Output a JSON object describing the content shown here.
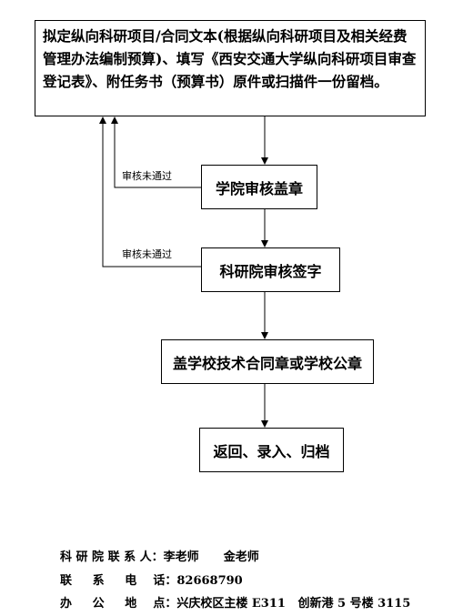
{
  "steps": {
    "draft": "拟定纵向科研项目/合同文本(根据纵向科研项目及相关经费管理办法编制预算)、填写《西安交通大学纵向科研项目审查登记表》、附任务书（预算书）原件或扫描件一份留档。",
    "college_review": "学院审核盖章",
    "research_review": "科研院审核签字",
    "seal": "盖学校技术合同章或学校公章",
    "archive": "返回、录入、归档"
  },
  "feedback": {
    "college_fail": "审核未通过",
    "research_fail": "审核未通过"
  },
  "contact": {
    "people": "科 研 院 联 系 人：李老师      金老师",
    "phone": "联     系     电    话：82668790",
    "address": "办     公     地    点：兴庆校区主楼 E311   创新港 5 号楼 3115"
  }
}
